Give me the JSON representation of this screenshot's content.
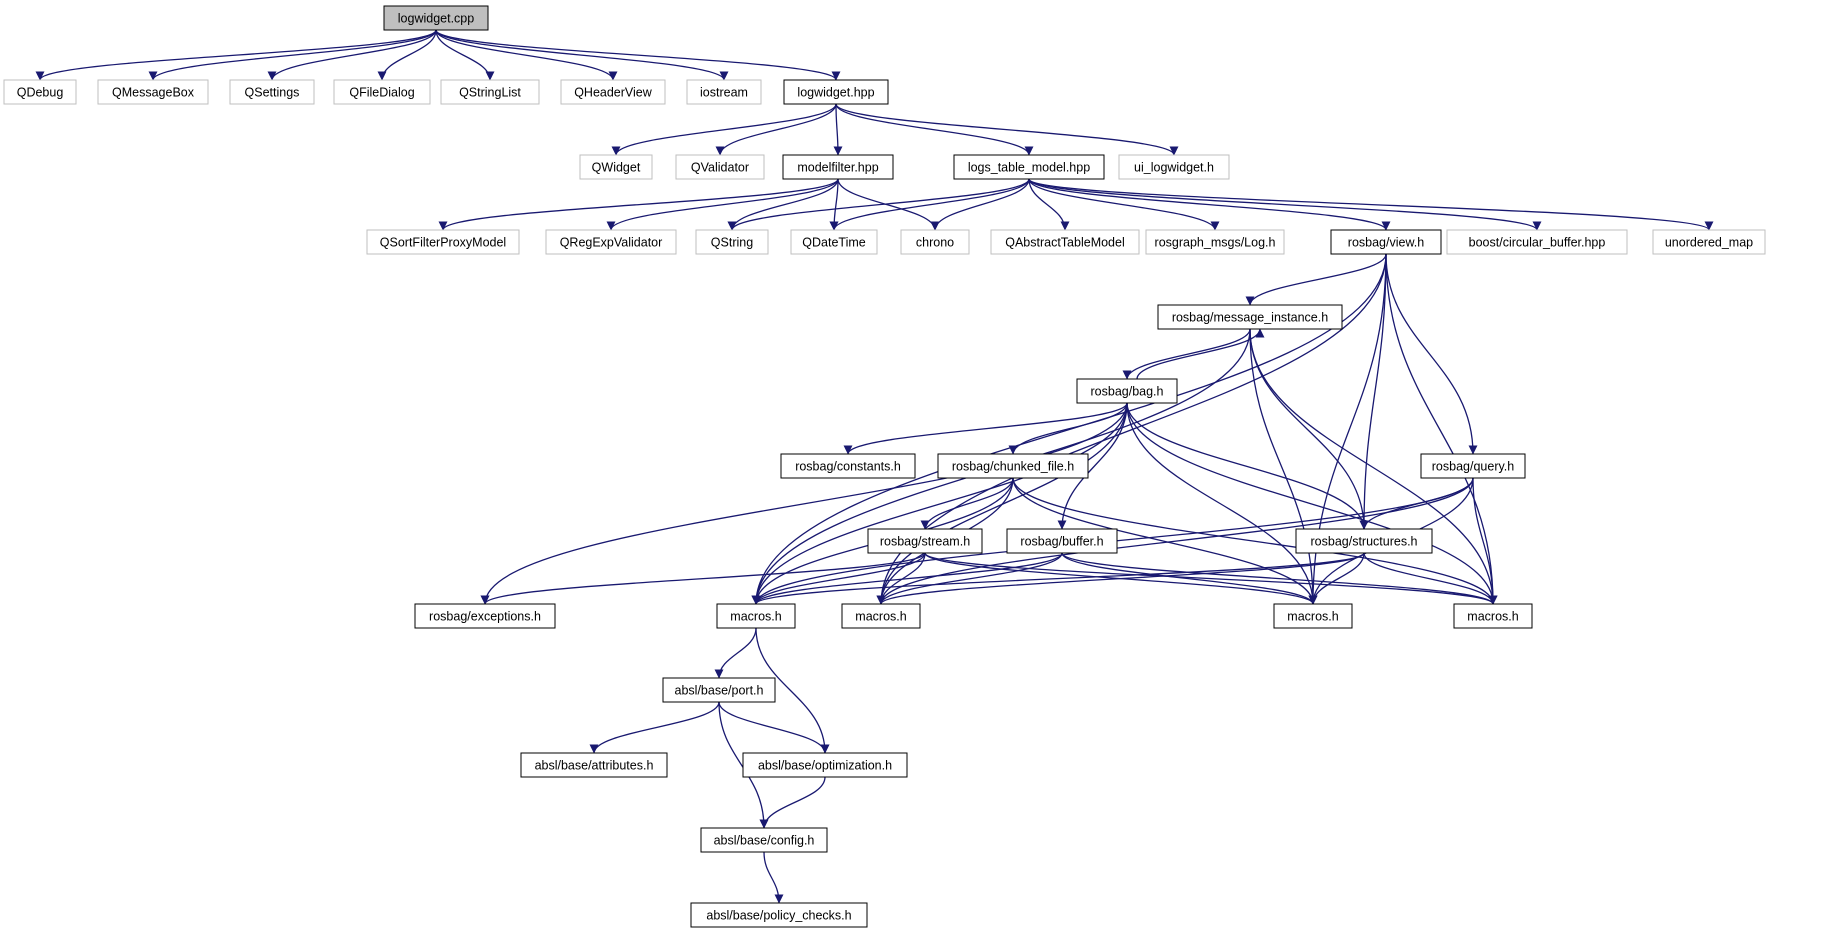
{
  "colors": {
    "edge": "#191970",
    "root_fill": "#bfbfbf",
    "documented_border": "#000000",
    "external_border": "#bfbfbf",
    "background": "#ffffff"
  },
  "nodes": [
    {
      "id": "logwidget_cpp",
      "label": "logwidget.cpp",
      "kind": "root"
    },
    {
      "id": "qdebug",
      "label": "QDebug",
      "kind": "external"
    },
    {
      "id": "qmessagebox",
      "label": "QMessageBox",
      "kind": "external"
    },
    {
      "id": "qsettings",
      "label": "QSettings",
      "kind": "external"
    },
    {
      "id": "qfiledialog",
      "label": "QFileDialog",
      "kind": "external"
    },
    {
      "id": "qstringlist",
      "label": "QStringList",
      "kind": "external"
    },
    {
      "id": "qheaderview",
      "label": "QHeaderView",
      "kind": "external"
    },
    {
      "id": "iostream",
      "label": "iostream",
      "kind": "external"
    },
    {
      "id": "logwidget_hpp",
      "label": "logwidget.hpp",
      "kind": "documented"
    },
    {
      "id": "qwidget",
      "label": "QWidget",
      "kind": "external"
    },
    {
      "id": "qvalidator",
      "label": "QValidator",
      "kind": "external"
    },
    {
      "id": "modelfilter_hpp",
      "label": "modelfilter.hpp",
      "kind": "documented"
    },
    {
      "id": "logs_table_model_hpp",
      "label": "logs_table_model.hpp",
      "kind": "documented"
    },
    {
      "id": "ui_logwidget_h",
      "label": "ui_logwidget.h",
      "kind": "external"
    },
    {
      "id": "qsortfilterproxymodel",
      "label": "QSortFilterProxyModel",
      "kind": "external"
    },
    {
      "id": "qregexpvalidator",
      "label": "QRegExpValidator",
      "kind": "external"
    },
    {
      "id": "qstring",
      "label": "QString",
      "kind": "external"
    },
    {
      "id": "qdatetime",
      "label": "QDateTime",
      "kind": "external"
    },
    {
      "id": "chrono",
      "label": "chrono",
      "kind": "external"
    },
    {
      "id": "qabstracttablemodel",
      "label": "QAbstractTableModel",
      "kind": "external"
    },
    {
      "id": "rosgraph_log",
      "label": "rosgraph_msgs/Log.h",
      "kind": "external"
    },
    {
      "id": "rosbag_view",
      "label": "rosbag/view.h",
      "kind": "documented"
    },
    {
      "id": "boost_cb",
      "label": "boost/circular_buffer.hpp",
      "kind": "external"
    },
    {
      "id": "unordered_map",
      "label": "unordered_map",
      "kind": "external"
    },
    {
      "id": "rosbag_msg_inst",
      "label": "rosbag/message_instance.h",
      "kind": "documented"
    },
    {
      "id": "rosbag_bag",
      "label": "rosbag/bag.h",
      "kind": "documented"
    },
    {
      "id": "rosbag_constants",
      "label": "rosbag/constants.h",
      "kind": "documented"
    },
    {
      "id": "rosbag_chunked",
      "label": "rosbag/chunked_file.h",
      "kind": "documented"
    },
    {
      "id": "rosbag_query",
      "label": "rosbag/query.h",
      "kind": "documented"
    },
    {
      "id": "rosbag_stream",
      "label": "rosbag/stream.h",
      "kind": "documented"
    },
    {
      "id": "rosbag_buffer",
      "label": "rosbag/buffer.h",
      "kind": "documented"
    },
    {
      "id": "rosbag_structures",
      "label": "rosbag/structures.h",
      "kind": "documented"
    },
    {
      "id": "rosbag_exceptions",
      "label": "rosbag/exceptions.h",
      "kind": "documented"
    },
    {
      "id": "macros_a",
      "label": "macros.h",
      "kind": "documented"
    },
    {
      "id": "macros_b",
      "label": "macros.h",
      "kind": "documented"
    },
    {
      "id": "macros_c",
      "label": "macros.h",
      "kind": "documented"
    },
    {
      "id": "macros_d",
      "label": "macros.h",
      "kind": "documented"
    },
    {
      "id": "absl_port",
      "label": "absl/base/port.h",
      "kind": "documented"
    },
    {
      "id": "absl_attributes",
      "label": "absl/base/attributes.h",
      "kind": "documented"
    },
    {
      "id": "absl_optimization",
      "label": "absl/base/optimization.h",
      "kind": "documented"
    },
    {
      "id": "absl_config",
      "label": "absl/base/config.h",
      "kind": "documented"
    },
    {
      "id": "absl_policy",
      "label": "absl/base/policy_checks.h",
      "kind": "documented"
    }
  ],
  "edges": [
    [
      "logwidget_cpp",
      "qdebug"
    ],
    [
      "logwidget_cpp",
      "qmessagebox"
    ],
    [
      "logwidget_cpp",
      "qsettings"
    ],
    [
      "logwidget_cpp",
      "qfiledialog"
    ],
    [
      "logwidget_cpp",
      "qstringlist"
    ],
    [
      "logwidget_cpp",
      "qheaderview"
    ],
    [
      "logwidget_cpp",
      "iostream"
    ],
    [
      "logwidget_cpp",
      "logwidget_hpp"
    ],
    [
      "logwidget_hpp",
      "qwidget"
    ],
    [
      "logwidget_hpp",
      "qvalidator"
    ],
    [
      "logwidget_hpp",
      "modelfilter_hpp"
    ],
    [
      "logwidget_hpp",
      "logs_table_model_hpp"
    ],
    [
      "logwidget_hpp",
      "ui_logwidget_h"
    ],
    [
      "modelfilter_hpp",
      "qsortfilterproxymodel"
    ],
    [
      "modelfilter_hpp",
      "qregexpvalidator"
    ],
    [
      "modelfilter_hpp",
      "qstring"
    ],
    [
      "modelfilter_hpp",
      "qdatetime"
    ],
    [
      "modelfilter_hpp",
      "chrono"
    ],
    [
      "logs_table_model_hpp",
      "qstring"
    ],
    [
      "logs_table_model_hpp",
      "qdatetime"
    ],
    [
      "logs_table_model_hpp",
      "chrono"
    ],
    [
      "logs_table_model_hpp",
      "qabstracttablemodel"
    ],
    [
      "logs_table_model_hpp",
      "rosgraph_log"
    ],
    [
      "logs_table_model_hpp",
      "rosbag_view"
    ],
    [
      "logs_table_model_hpp",
      "boost_cb"
    ],
    [
      "logs_table_model_hpp",
      "unordered_map"
    ],
    [
      "rosbag_view",
      "rosbag_msg_inst"
    ],
    [
      "rosbag_view",
      "rosbag_query"
    ],
    [
      "rosbag_view",
      "rosbag_structures"
    ],
    [
      "rosbag_view",
      "macros_a"
    ],
    [
      "rosbag_view",
      "macros_b"
    ],
    [
      "rosbag_view",
      "macros_c"
    ],
    [
      "rosbag_view",
      "macros_d"
    ],
    [
      "rosbag_msg_inst",
      "rosbag_bag"
    ],
    [
      "rosbag_msg_inst",
      "rosbag_structures"
    ],
    [
      "rosbag_msg_inst",
      "macros_a"
    ],
    [
      "rosbag_msg_inst",
      "macros_c"
    ],
    [
      "rosbag_msg_inst",
      "macros_d"
    ],
    [
      "rosbag_bag",
      "rosbag_msg_inst"
    ],
    [
      "rosbag_bag",
      "rosbag_constants"
    ],
    [
      "rosbag_bag",
      "rosbag_chunked"
    ],
    [
      "rosbag_bag",
      "rosbag_buffer"
    ],
    [
      "rosbag_bag",
      "rosbag_structures"
    ],
    [
      "rosbag_bag",
      "rosbag_exceptions"
    ],
    [
      "rosbag_bag",
      "macros_a"
    ],
    [
      "rosbag_bag",
      "macros_b"
    ],
    [
      "rosbag_bag",
      "macros_c"
    ],
    [
      "rosbag_bag",
      "macros_d"
    ],
    [
      "rosbag_chunked",
      "rosbag_stream"
    ],
    [
      "rosbag_chunked",
      "macros_a"
    ],
    [
      "rosbag_chunked",
      "macros_b"
    ],
    [
      "rosbag_chunked",
      "macros_c"
    ],
    [
      "rosbag_chunked",
      "macros_d"
    ],
    [
      "rosbag_query",
      "rosbag_structures"
    ],
    [
      "rosbag_query",
      "macros_a"
    ],
    [
      "rosbag_query",
      "macros_b"
    ],
    [
      "rosbag_query",
      "macros_c"
    ],
    [
      "rosbag_query",
      "macros_d"
    ],
    [
      "rosbag_stream",
      "rosbag_exceptions"
    ],
    [
      "rosbag_stream",
      "macros_a"
    ],
    [
      "rosbag_stream",
      "macros_b"
    ],
    [
      "rosbag_stream",
      "macros_c"
    ],
    [
      "rosbag_stream",
      "macros_d"
    ],
    [
      "rosbag_buffer",
      "macros_a"
    ],
    [
      "rosbag_buffer",
      "macros_b"
    ],
    [
      "rosbag_buffer",
      "macros_c"
    ],
    [
      "rosbag_buffer",
      "macros_d"
    ],
    [
      "rosbag_structures",
      "macros_a"
    ],
    [
      "rosbag_structures",
      "macros_b"
    ],
    [
      "rosbag_structures",
      "macros_c"
    ],
    [
      "rosbag_structures",
      "macros_d"
    ],
    [
      "macros_a",
      "absl_port"
    ],
    [
      "macros_a",
      "absl_optimization"
    ],
    [
      "absl_port",
      "absl_attributes"
    ],
    [
      "absl_port",
      "absl_optimization"
    ],
    [
      "absl_port",
      "absl_config"
    ],
    [
      "absl_optimization",
      "absl_config"
    ],
    [
      "absl_config",
      "absl_policy"
    ]
  ]
}
